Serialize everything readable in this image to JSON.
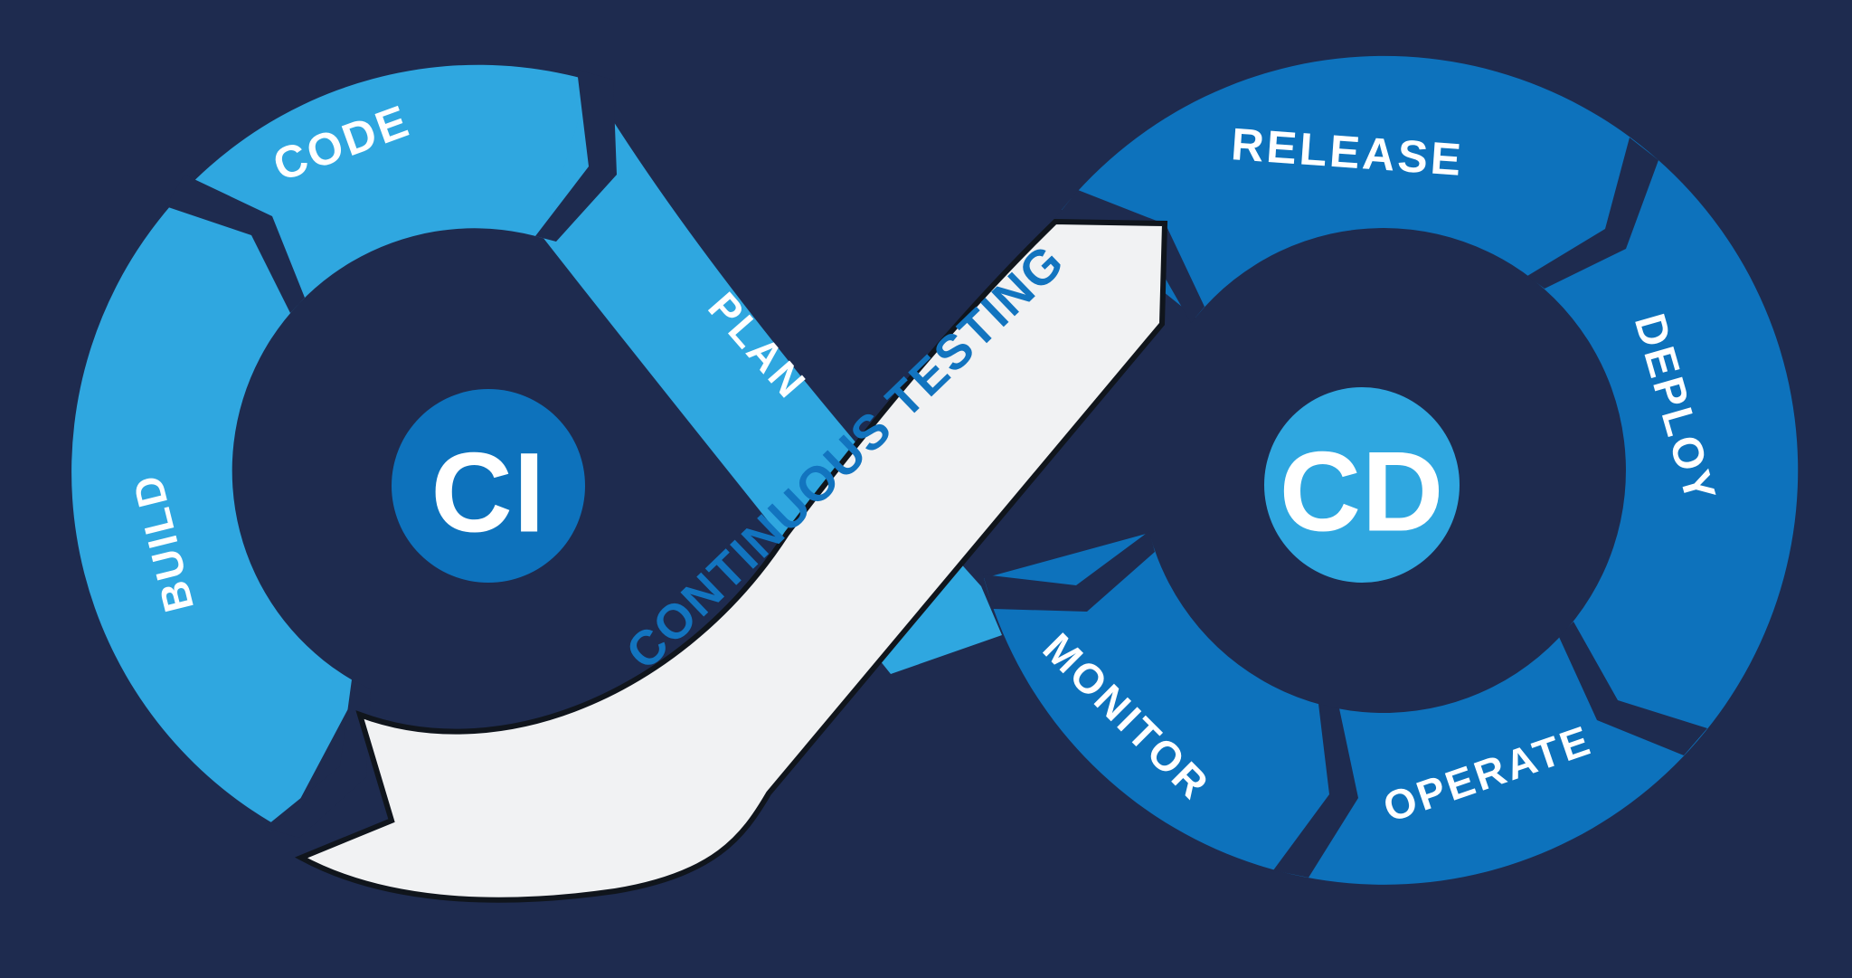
{
  "diagram": {
    "background_color": "#1e2b4f",
    "left_loop": {
      "badge_label": "CI",
      "loop_color": "#2fa7e0",
      "badge_color": "#0d72bc",
      "badge_text_color": "#ffffff",
      "label_color": "#ffffff",
      "segments": [
        {
          "label": "CODE"
        },
        {
          "label": "PLAN"
        },
        {
          "label": "BUILD"
        }
      ]
    },
    "right_loop": {
      "badge_label": "CD",
      "loop_color": "#0d72bc",
      "badge_color": "#2fa7e0",
      "badge_text_color": "#ffffff",
      "label_color": "#ffffff",
      "segments": [
        {
          "label": "RELEASE"
        },
        {
          "label": "DEPLOY"
        },
        {
          "label": "OPERATE"
        },
        {
          "label": "MONITOR"
        }
      ]
    },
    "ribbon": {
      "label": "CONTINUOUS TESTING",
      "fill_color": "#f1f2f3",
      "outline_color": "#10151c",
      "text_color": "#1274bf"
    }
  }
}
